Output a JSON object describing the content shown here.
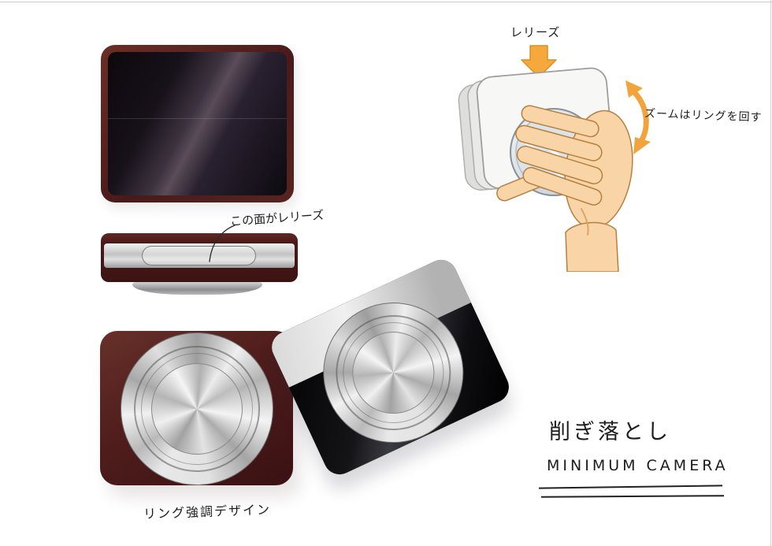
{
  "annotations": {
    "release_label": "レリーズ",
    "zoom_note": "ズームはリングを回す",
    "side_release_note": "この面がレリーズ",
    "front_caption": "リング強調デザイン",
    "concept_title_jp": "削ぎ落とし",
    "concept_title_en": "MINIMUM CAMERA"
  },
  "icons": {
    "release_arrow_icon": "⬇",
    "zoom_rotate_arrow_icon": "⟳"
  },
  "colors": {
    "camera_body_maroon": "#4e1c1a",
    "camera_body_black": "#101013",
    "metal_silver": "#c9c9c9",
    "annotation_orange": "#f2a43c",
    "ink": "#1c1c1c",
    "skin_tone": "#f9d4a7"
  }
}
